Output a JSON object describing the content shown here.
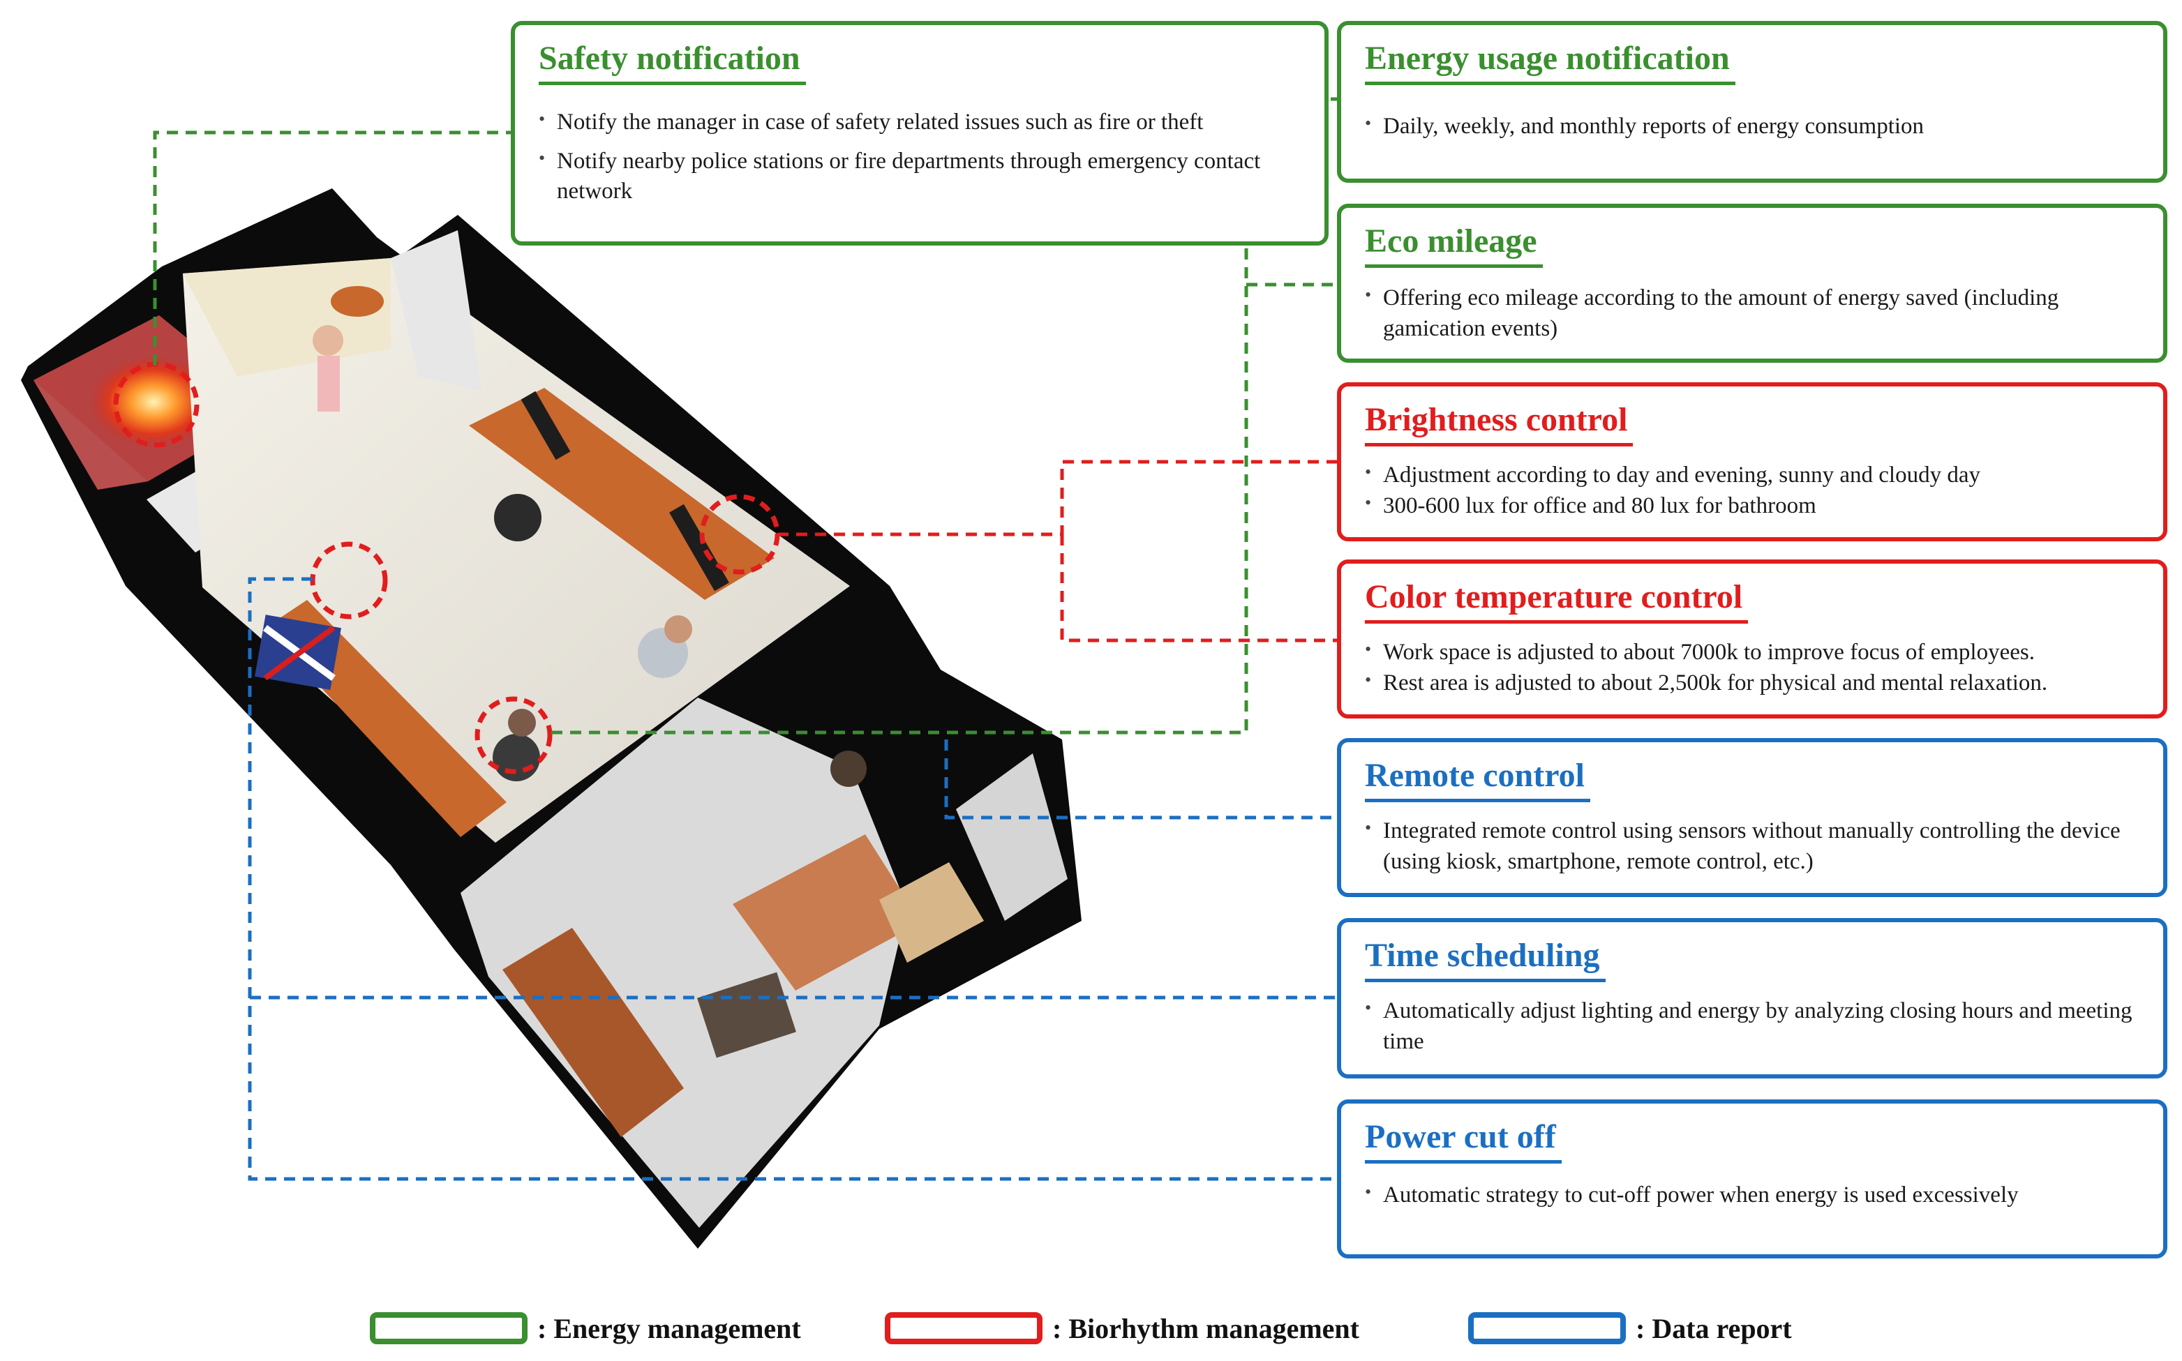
{
  "boxes": {
    "safety": {
      "title": "Safety notification",
      "bullets": [
        "Notify the manager in case of safety related issues such as fire or theft",
        "Notify nearby police stations or fire departments through emergency contact network"
      ]
    },
    "energy_usage": {
      "title": "Energy usage notification",
      "bullets": [
        "Daily, weekly, and monthly reports of energy consumption"
      ]
    },
    "eco": {
      "title": "Eco mileage",
      "bullets": [
        "Offering eco mileage according to the amount of energy saved (including gamication events)"
      ]
    },
    "brightness": {
      "title": "Brightness control",
      "bullets": [
        "Adjustment according to day and evening, sunny and cloudy day",
        "300-600 lux for office and 80 lux for bathroom"
      ]
    },
    "color_temp": {
      "title": "Color temperature control",
      "bullets": [
        "Work space is adjusted to about 7000k to improve focus of employees.",
        "Rest area is adjusted to about 2,500k for physical and mental relaxation."
      ]
    },
    "remote": {
      "title": "Remote control",
      "bullets": [
        "Integrated remote control using sensors without manually controlling the device (using kiosk, smartphone, remote control, etc.)"
      ]
    },
    "time": {
      "title": "Time scheduling",
      "bullets": [
        "Automatically adjust lighting and energy by analyzing closing hours and meeting time"
      ]
    },
    "power": {
      "title": "Power cut off",
      "bullets": [
        "Automatic strategy to cut-off power when energy is used excessively"
      ]
    }
  },
  "legend": {
    "energy": ": Energy management",
    "biorhythm": ": Biorhythm management",
    "data": ": Data report"
  },
  "colors": {
    "energy_green": "#3a8f2f",
    "biorhythm_red": "#e11d1d",
    "data_blue": "#1b6fc2"
  }
}
